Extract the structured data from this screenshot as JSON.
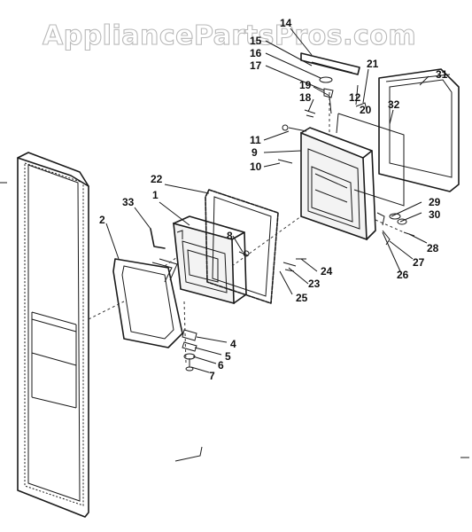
{
  "watermark": "AppliancePartsPros.com",
  "callouts": {
    "c1": "1",
    "c2": "2",
    "c4": "4",
    "c5": "5",
    "c6": "6",
    "c7": "7",
    "c8": "8",
    "c9": "9",
    "c10": "10",
    "c11": "11",
    "c12": "12",
    "c14": "14",
    "c15": "15",
    "c16": "16",
    "c17": "17",
    "c18": "18",
    "c19": "19",
    "c20": "20",
    "c21": "21",
    "c22": "22",
    "c23": "23",
    "c24": "24",
    "c25": "25",
    "c26": "26",
    "c27": "27",
    "c28": "28",
    "c29": "29",
    "c30": "30",
    "c31": "31",
    "c32": "32",
    "c33": "33"
  }
}
